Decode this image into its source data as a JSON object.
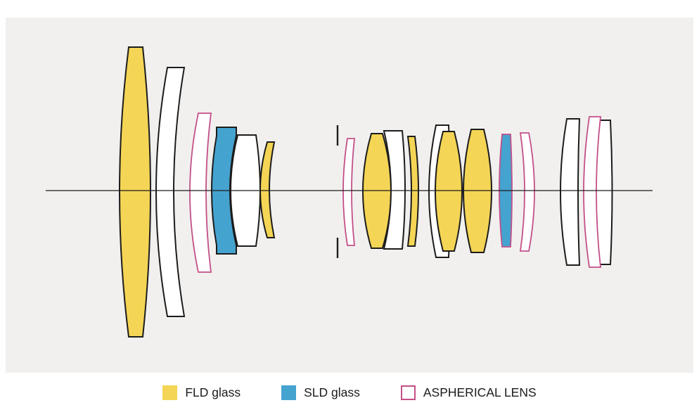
{
  "legend": {
    "items": [
      {
        "label": "FLD glass",
        "material": "FLD"
      },
      {
        "label": "SLD glass",
        "material": "SLD"
      },
      {
        "label": "ASPHERICAL LENS",
        "material": "aspherical"
      }
    ]
  },
  "colors": {
    "fld_glass": "#f4d555",
    "sld_glass": "#45a3d0",
    "aspherical_outline": "#c34f88",
    "outline": "#1c1c1c",
    "panel_background": "#f1f0ee",
    "page_background": "#ffffff",
    "text": "#1b1b1b"
  },
  "diagram": {
    "type": "lens-construction-cross-section",
    "has_optical_axis": true,
    "has_aperture_stop": true,
    "elements": [
      {
        "index": 1,
        "material": "FLD"
      },
      {
        "index": 2,
        "material": "standard"
      },
      {
        "index": 3,
        "material": "aspherical"
      },
      {
        "index": 4,
        "material": "SLD"
      },
      {
        "index": 5,
        "material": "standard"
      },
      {
        "index": 6,
        "material": "FLD"
      },
      {
        "index": 7,
        "material": "aspherical"
      },
      {
        "index": 8,
        "material": "FLD"
      },
      {
        "index": 9,
        "material": "standard"
      },
      {
        "index": 10,
        "material": "FLD"
      },
      {
        "index": 11,
        "material": "standard"
      },
      {
        "index": 12,
        "material": "FLD"
      },
      {
        "index": 13,
        "material": "FLD"
      },
      {
        "index": 14,
        "material": "SLD-aspherical"
      },
      {
        "index": 15,
        "material": "aspherical"
      },
      {
        "index": 16,
        "material": "standard"
      },
      {
        "index": 17,
        "material": "aspherical"
      },
      {
        "index": 18,
        "material": "standard"
      }
    ]
  }
}
